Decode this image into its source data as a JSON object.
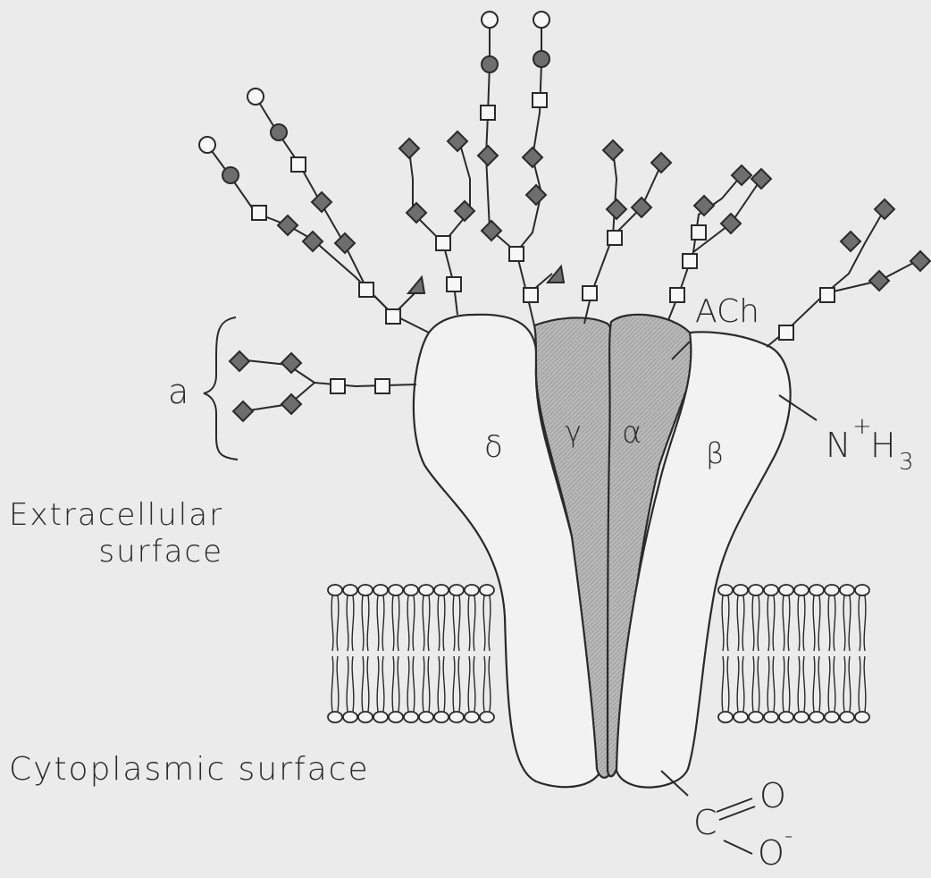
{
  "labels": {
    "branch_a": "a",
    "extracellular": "Extracellular\nsurface",
    "cytoplasmic": "Cytoplasmic surface",
    "ach": "ACh",
    "amino_n": "N",
    "amino_plus": "+",
    "amino_h": "H",
    "amino_sub": "3",
    "carboxyl_c": "C",
    "carboxyl_o1": "O",
    "carboxyl_o2": "O",
    "carboxyl_minus": "-"
  },
  "subunits": {
    "delta": "δ",
    "gamma": "γ",
    "alpha": "α",
    "beta": "β"
  },
  "colors": {
    "background": "#ebebeb",
    "line": "#2a2a2a",
    "subunit_light": "#f2f2f2",
    "subunit_dark": "#b8b8b8",
    "sugar_dark": "#6e6e6e"
  }
}
